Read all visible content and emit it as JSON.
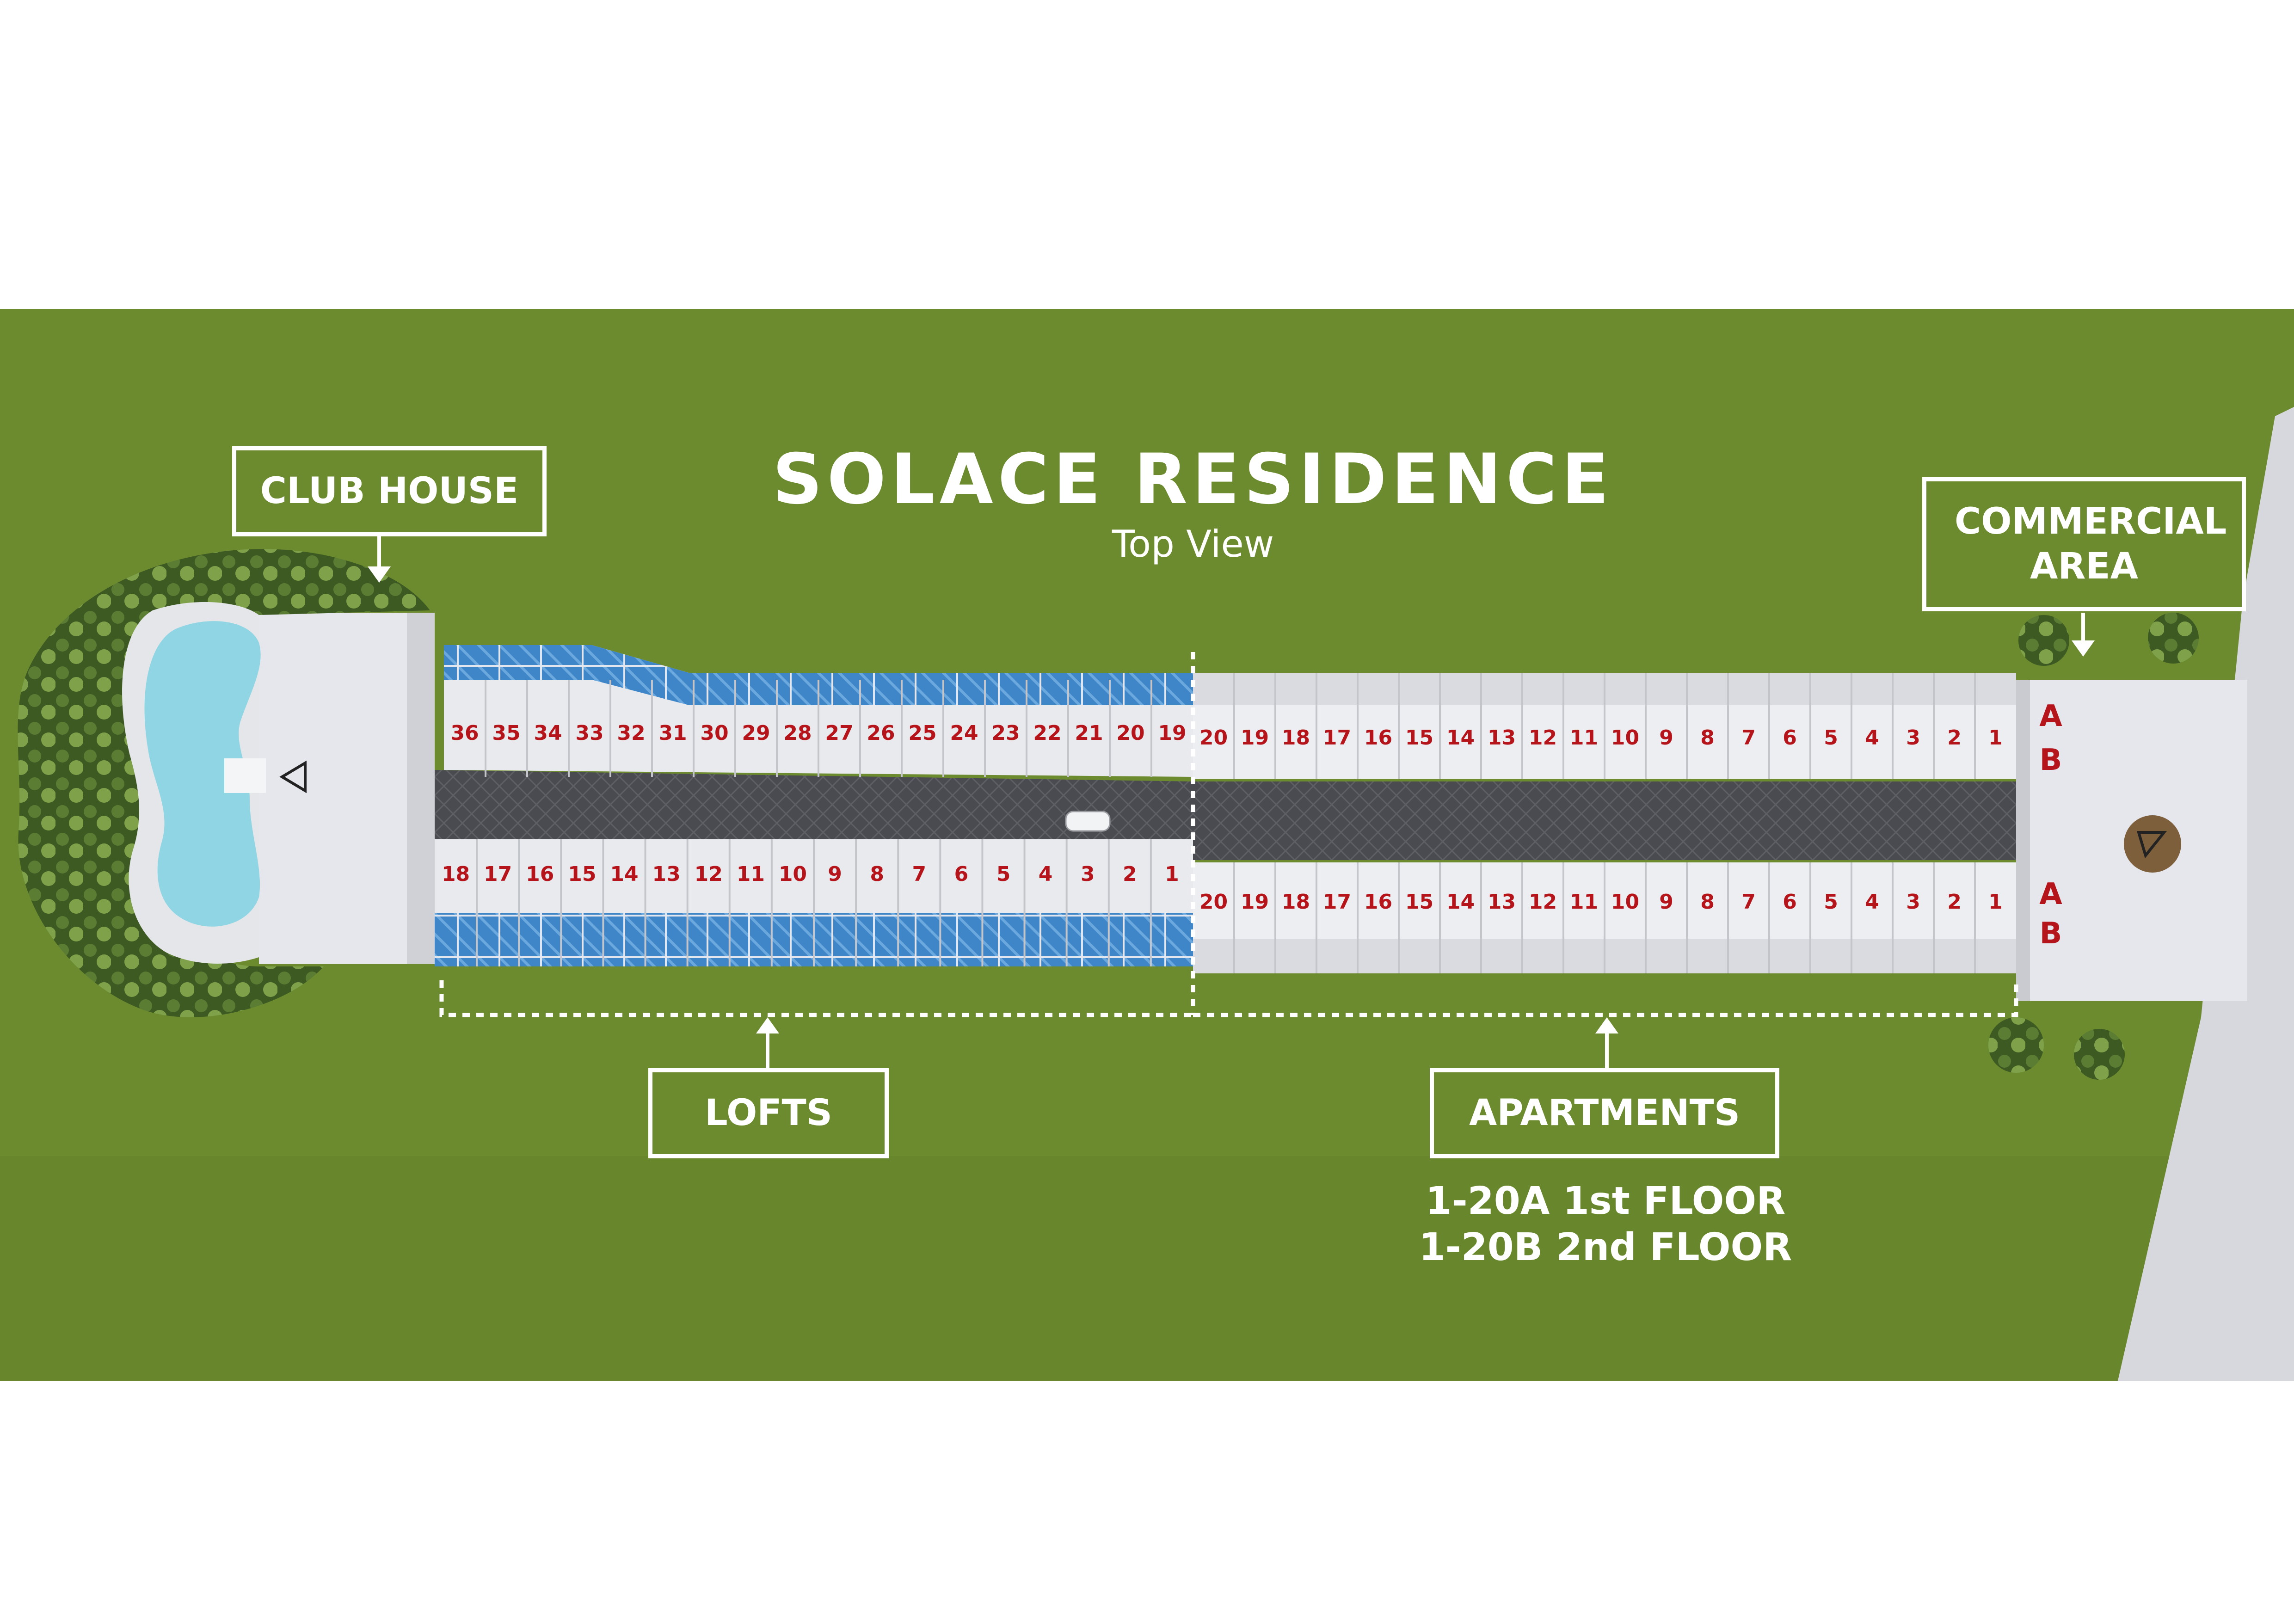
{
  "title": "SOLACE RESIDENCE",
  "subtitle": "Top View",
  "callouts": {
    "club_house": "CLUB HOUSE",
    "commercial_area": "COMMERCIAL AREA",
    "lofts": "LOFTS",
    "apartments": "APARTMENTS"
  },
  "floor_notes": [
    "1-20A 1st FLOOR",
    "1-20B 2nd FLOOR"
  ],
  "lofts": {
    "top_row": [
      "36",
      "35",
      "34",
      "33",
      "32",
      "31",
      "30",
      "29",
      "28",
      "27",
      "26",
      "25",
      "24",
      "23",
      "22",
      "21",
      "20",
      "19"
    ],
    "bottom_row": [
      "18",
      "17",
      "16",
      "15",
      "14",
      "13",
      "12",
      "11",
      "10",
      "9",
      "8",
      "7",
      "6",
      "5",
      "4",
      "3",
      "2",
      "1"
    ]
  },
  "apartments": {
    "top_row": [
      "20",
      "19",
      "18",
      "17",
      "16",
      "15",
      "14",
      "13",
      "12",
      "11",
      "10",
      "9",
      "8",
      "7",
      "6",
      "5",
      "4",
      "3",
      "2",
      "1"
    ],
    "bottom_row": [
      "20",
      "19",
      "18",
      "17",
      "16",
      "15",
      "14",
      "13",
      "12",
      "11",
      "10",
      "9",
      "8",
      "7",
      "6",
      "5",
      "4",
      "3",
      "2",
      "1"
    ]
  },
  "commercial_floors": [
    "A",
    "B",
    "A",
    "B"
  ],
  "colors": {
    "grass": "#6c8a2e",
    "unit_roof": "#e9eaee",
    "solar_panel": "#3f86c9",
    "road": "#4a4b50",
    "label_red": "#b5141b",
    "pool": "#8fd5e3"
  }
}
